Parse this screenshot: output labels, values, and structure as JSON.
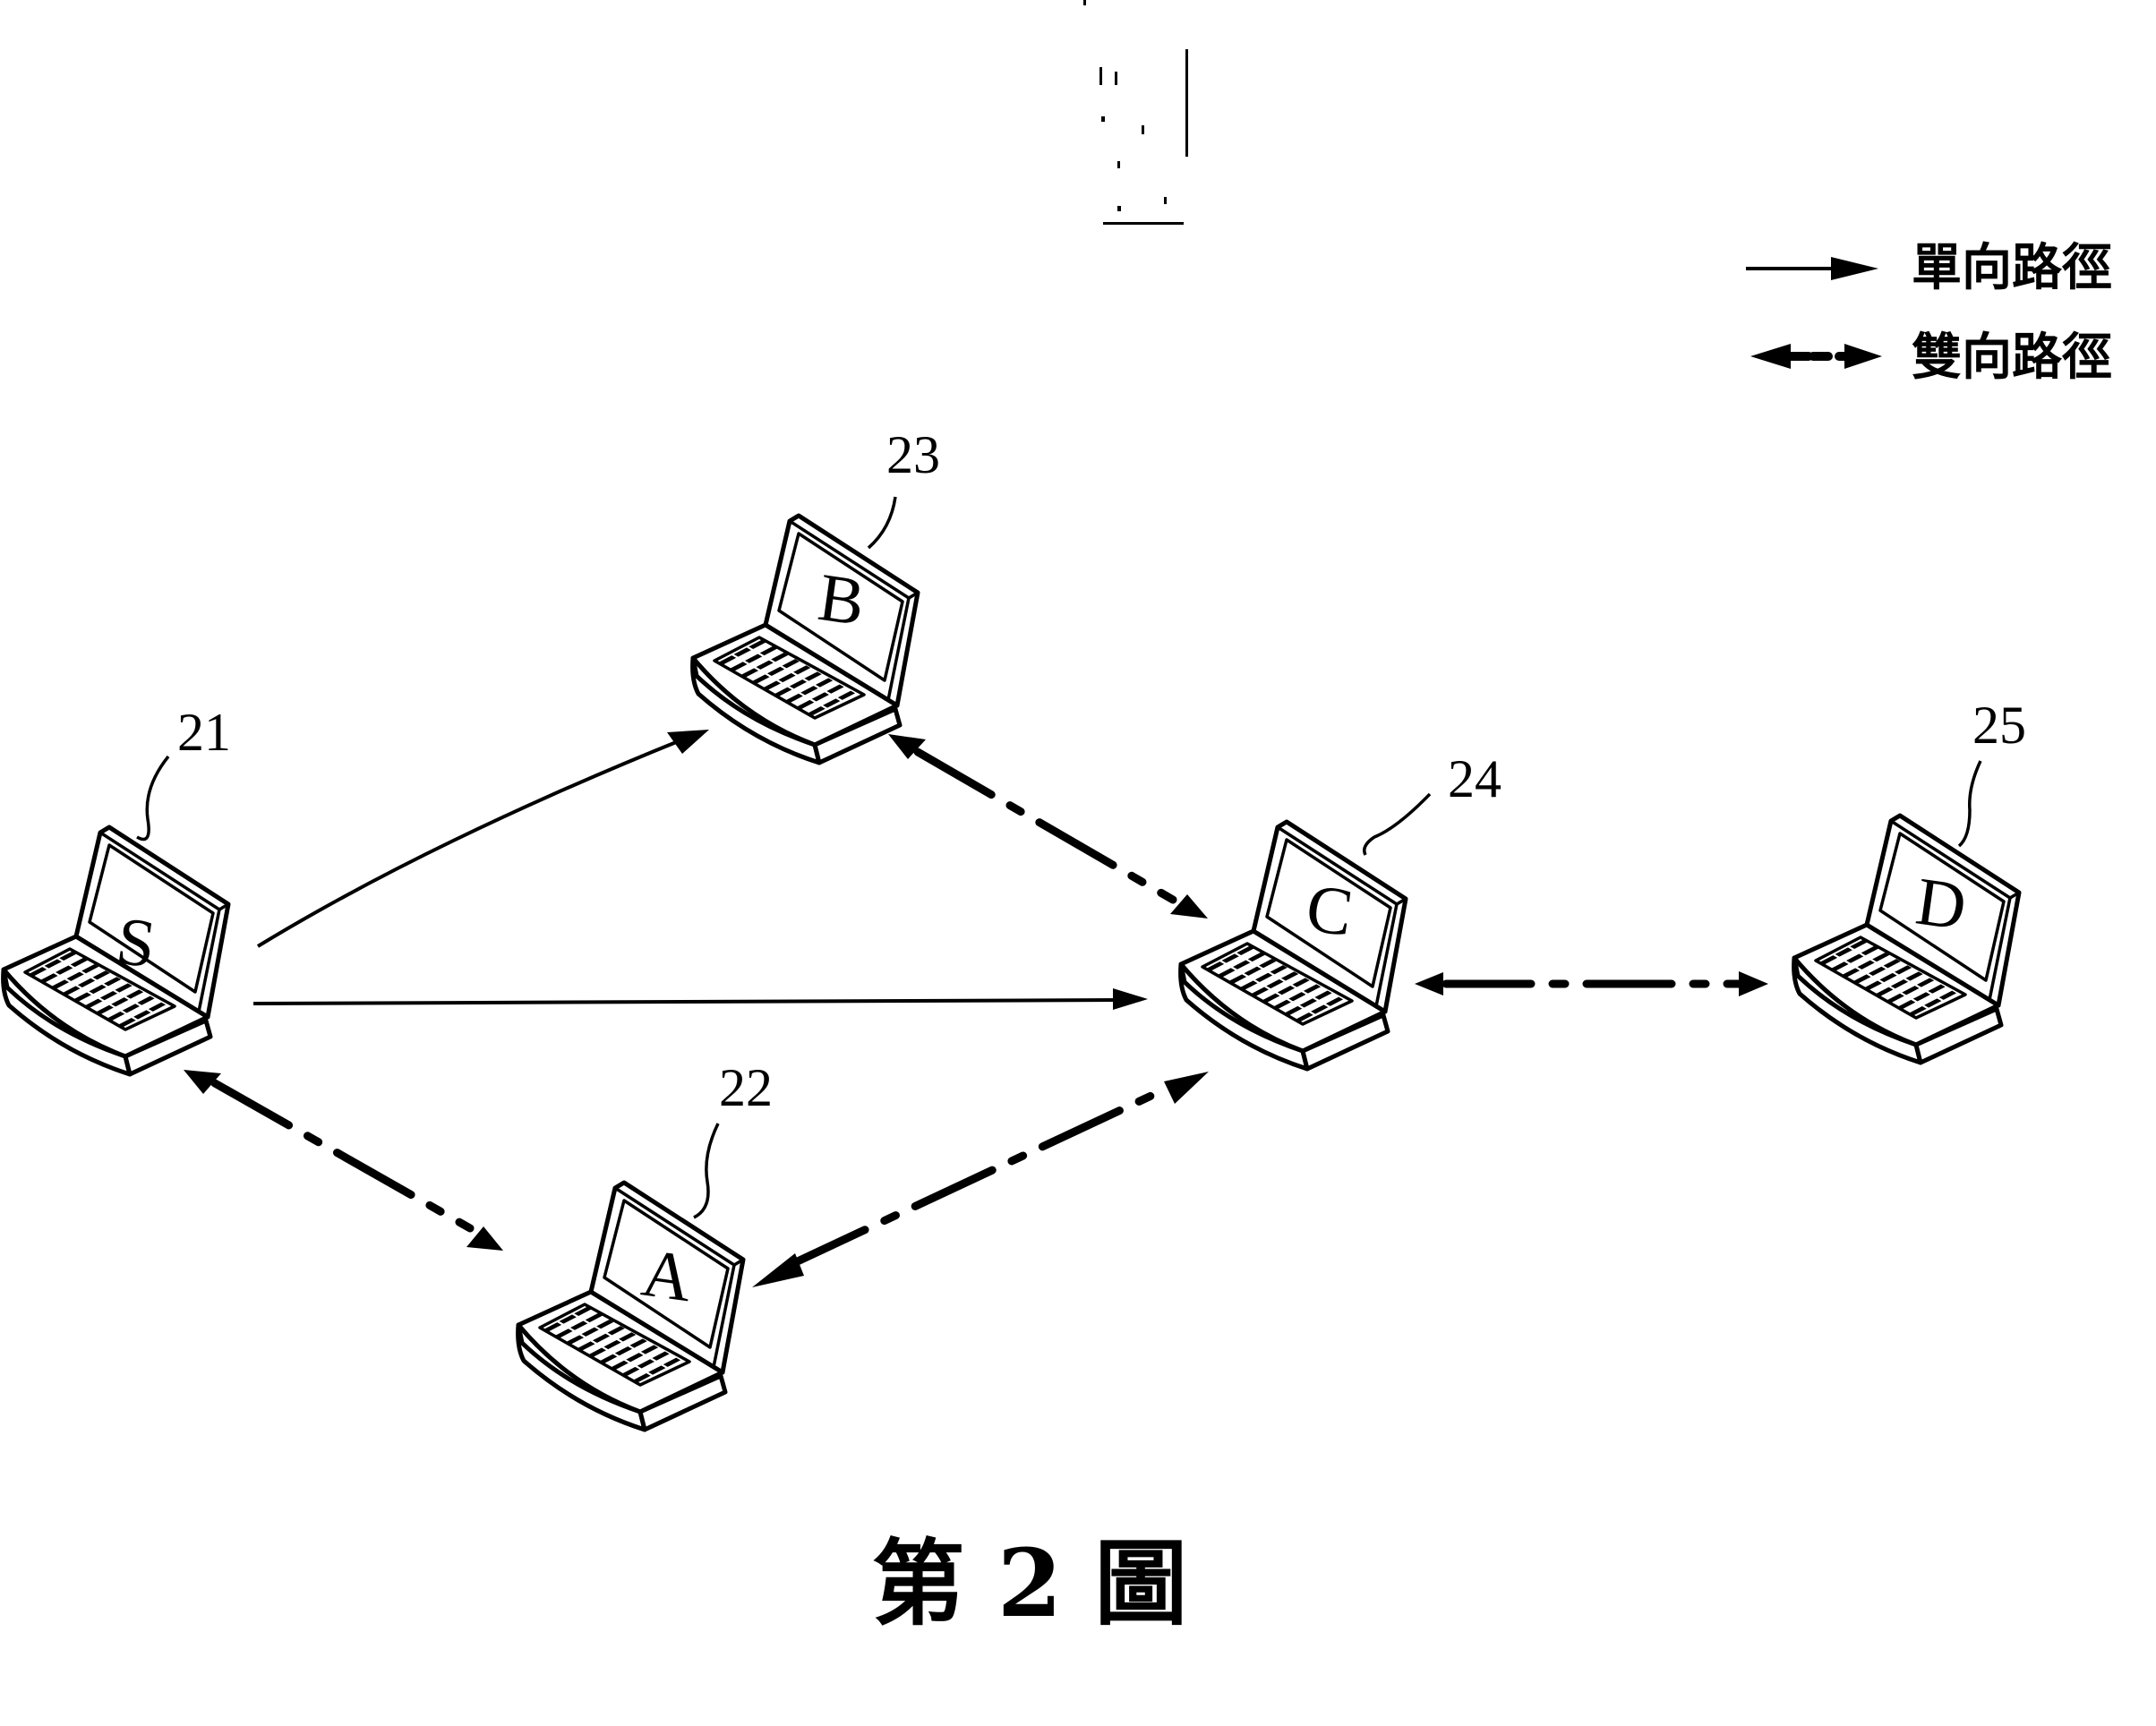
{
  "figure": {
    "caption": "第 2 圖",
    "legend": [
      {
        "style": "solid-one-way-arrow",
        "label": "單向路徑"
      },
      {
        "style": "dash-dot-two-way-arrow",
        "label": "雙向路徑"
      }
    ],
    "nodes": [
      {
        "id": "S",
        "letter": "S",
        "ref": "21"
      },
      {
        "id": "A",
        "letter": "A",
        "ref": "22"
      },
      {
        "id": "B",
        "letter": "B",
        "ref": "23"
      },
      {
        "id": "C",
        "letter": "C",
        "ref": "24"
      },
      {
        "id": "D",
        "letter": "D",
        "ref": "25"
      }
    ],
    "links": [
      {
        "from": "S",
        "to": "B",
        "type": "one-way"
      },
      {
        "from": "S",
        "to": "C",
        "type": "one-way"
      },
      {
        "from": "S",
        "to": "A",
        "type": "two-way"
      },
      {
        "from": "B",
        "to": "C",
        "type": "two-way"
      },
      {
        "from": "A",
        "to": "C",
        "type": "two-way"
      },
      {
        "from": "C",
        "to": "D",
        "type": "two-way"
      }
    ]
  }
}
